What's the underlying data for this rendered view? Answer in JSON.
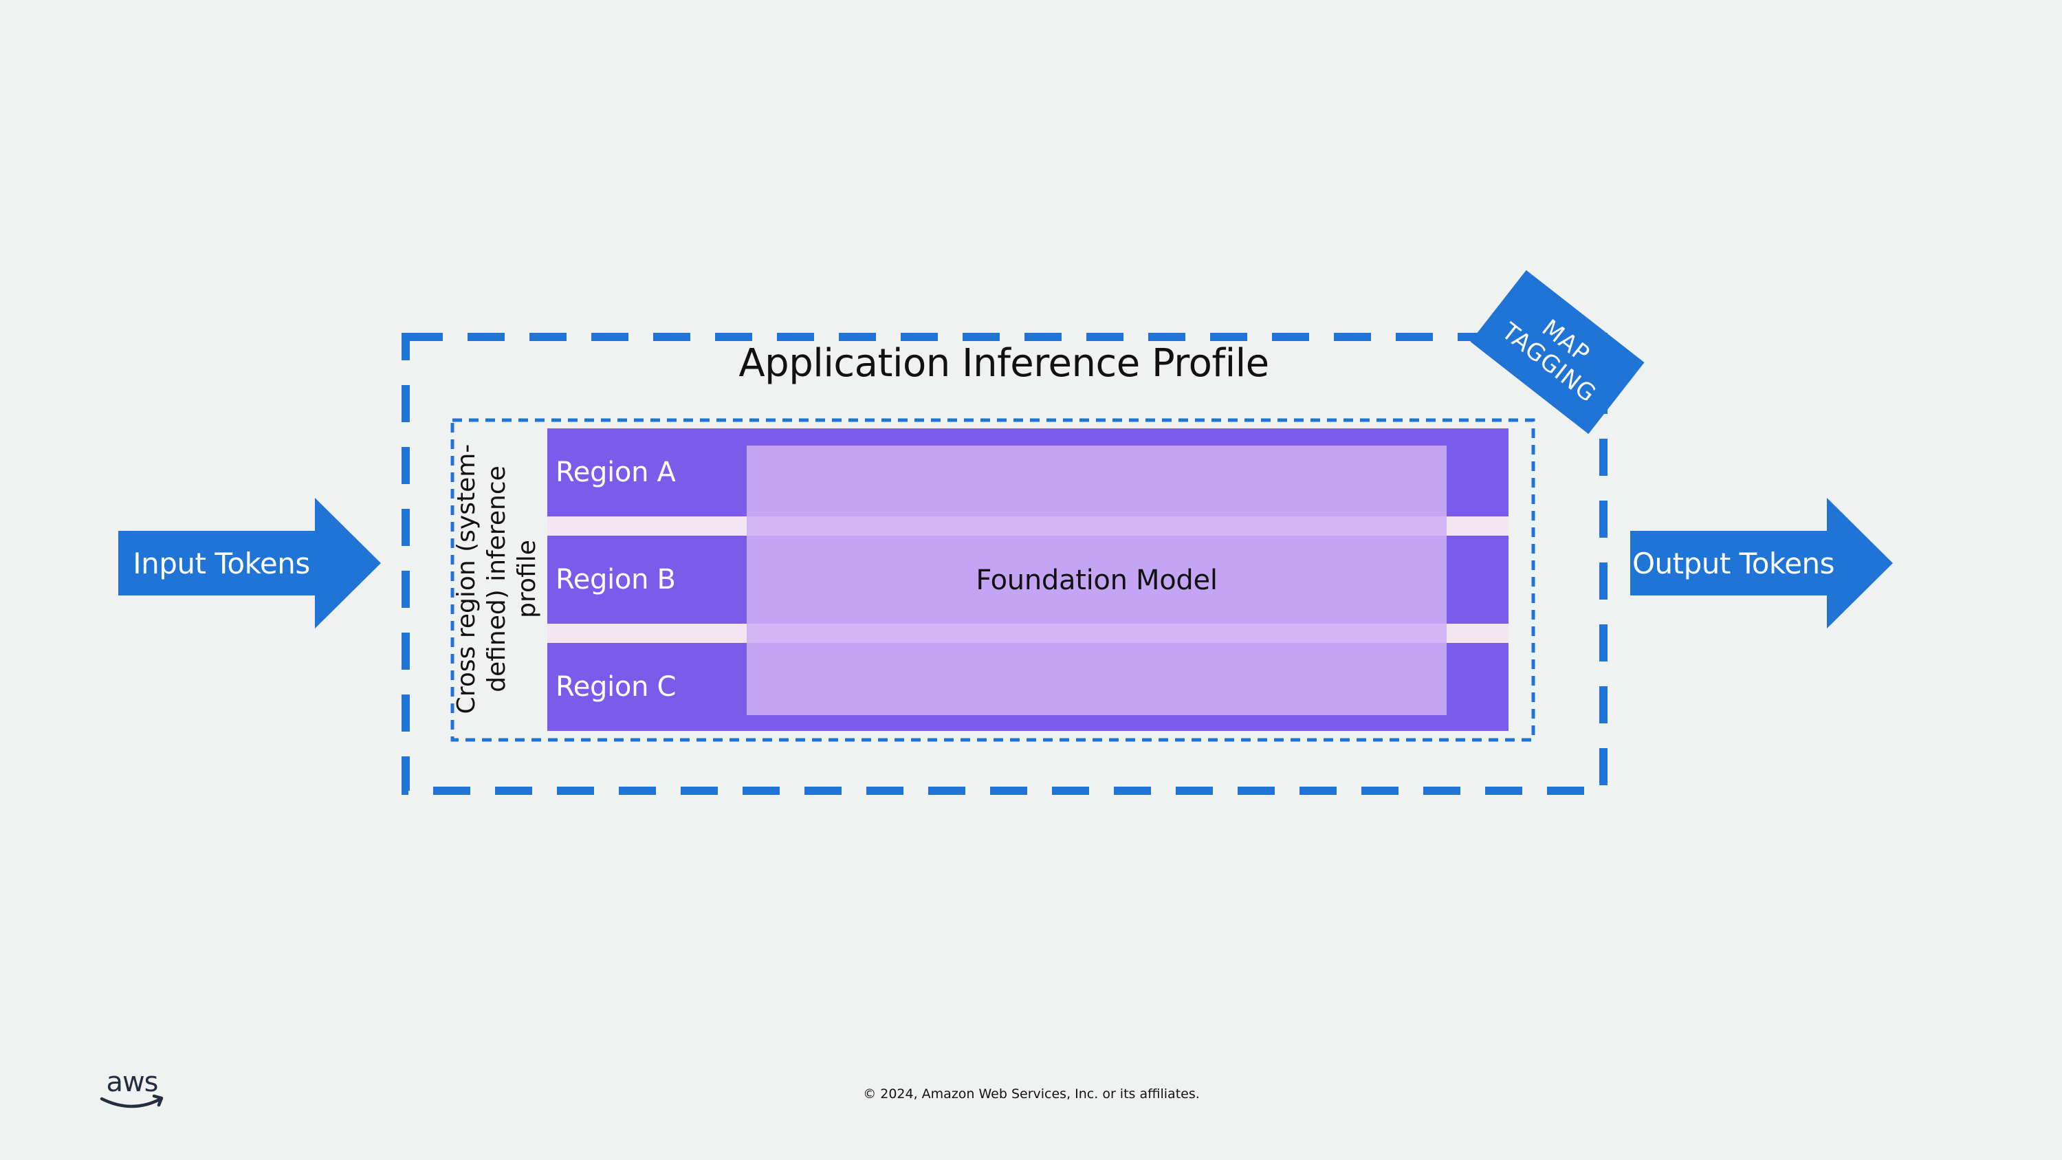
{
  "diagram": {
    "input_arrow": {
      "label": "Input Tokens"
    },
    "output_arrow": {
      "label": "Output Tokens"
    },
    "title": "Application Inference Profile",
    "cross_region_label": "Cross region (system-defined) inference profile",
    "regions": [
      {
        "label": "Region A"
      },
      {
        "label": "Region B"
      },
      {
        "label": "Region C"
      }
    ],
    "foundation_model_label": "Foundation Model",
    "badge": {
      "line1": "MAP",
      "line2": "TAGGING"
    }
  },
  "colors": {
    "arrow_blue": "#1f74d6",
    "dash_blue": "#1f74d6",
    "region_purple": "#7b5be9",
    "model_lavender": "#cdaff5",
    "gap_pink": "#f3e6f3",
    "background": "#f0f2f1"
  },
  "footer": {
    "logo_text": "aws",
    "copyright": "© 2024, Amazon Web Services, Inc. or its affiliates."
  }
}
